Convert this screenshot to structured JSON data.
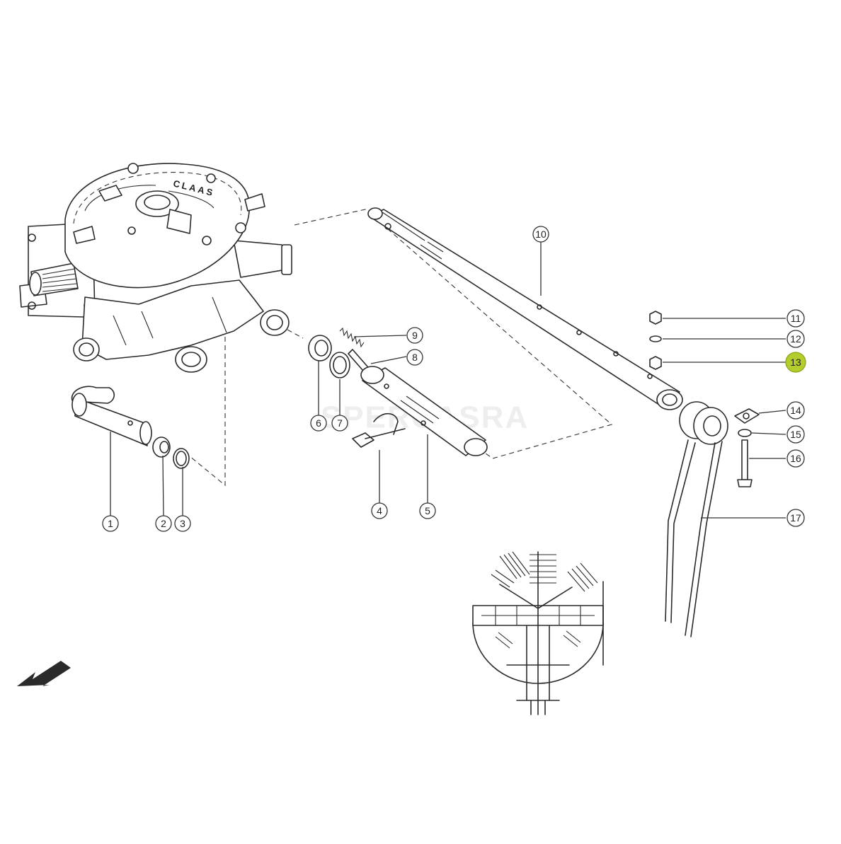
{
  "callouts": [
    {
      "id": "1",
      "label": "1"
    },
    {
      "id": "2",
      "label": "2"
    },
    {
      "id": "3",
      "label": "3"
    },
    {
      "id": "4",
      "label": "4"
    },
    {
      "id": "5",
      "label": "5"
    },
    {
      "id": "6",
      "label": "6"
    },
    {
      "id": "7",
      "label": "7"
    },
    {
      "id": "8",
      "label": "8"
    },
    {
      "id": "9",
      "label": "9"
    },
    {
      "id": "10",
      "label": "10"
    },
    {
      "id": "11",
      "label": "11"
    },
    {
      "id": "12",
      "label": "12"
    },
    {
      "id": "13",
      "label": "13",
      "highlighted": true
    },
    {
      "id": "14",
      "label": "14"
    },
    {
      "id": "15",
      "label": "15"
    },
    {
      "id": "16",
      "label": "16"
    },
    {
      "id": "17",
      "label": "17"
    }
  ],
  "highlight_color": "#b5cc2e",
  "gearbox_brand": "CLAAS",
  "watermark": "SPERCASRA"
}
